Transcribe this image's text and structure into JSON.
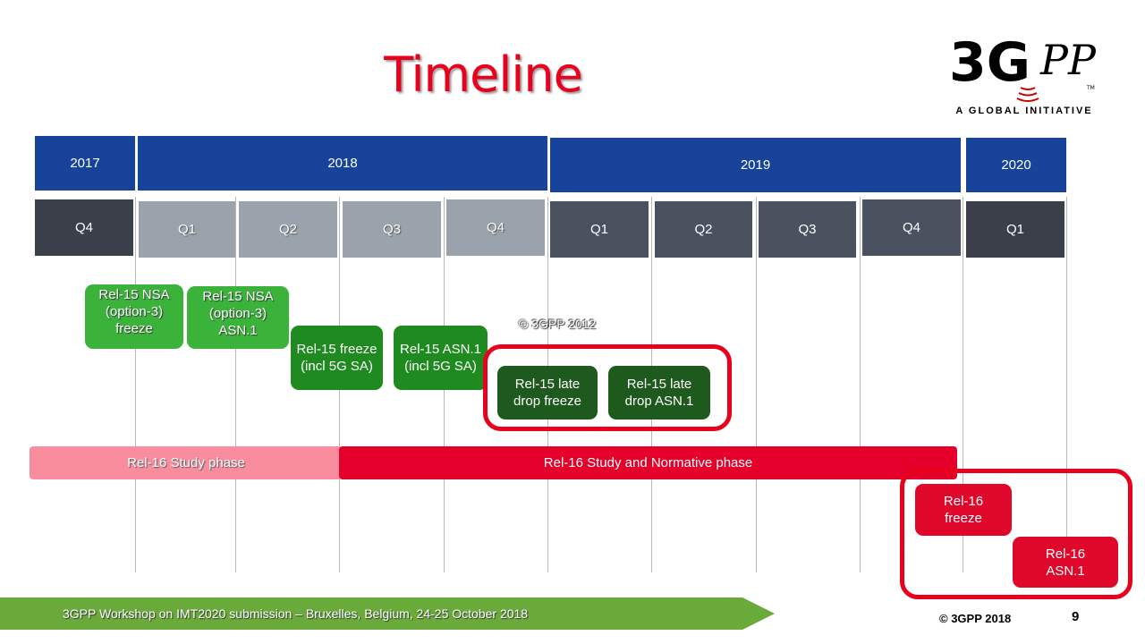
{
  "title": "Timeline",
  "logo": {
    "text": "A GLOBAL INITIATIVE",
    "mark": "3GPP"
  },
  "years": [
    "2017",
    "2018",
    "2019",
    "2020"
  ],
  "quarters": [
    "Q4",
    "Q1",
    "Q2",
    "Q3",
    "Q4",
    "Q1",
    "Q2",
    "Q3",
    "Q4",
    "Q1"
  ],
  "milestones": [
    "Rel-15 NSA (option-3) freeze",
    "Rel-15 NSA (option-3) ASN.1",
    "Rel-15 freeze (incl 5G SA)",
    "Rel-15 ASN.1 (incl 5G SA)",
    "Rel-15 late drop freeze",
    "Rel-15 late drop ASN.1",
    "Rel-16 freeze",
    "Rel-16 ASN.1"
  ],
  "watermark": "© 3GPP 2012",
  "phases": [
    "Rel-16 Study phase",
    "Rel-16 Study and Normative phase"
  ],
  "footer": {
    "text": "3GPP Workshop on IMT2020 submission – Bruxelles, Belgium, 24-25 October 2018",
    "copyright": "© 3GPP 2018",
    "page": "9"
  },
  "colors": {
    "title": "#e8001c",
    "year_bar": "#17449a",
    "footer_arrow": "#6aaa3a"
  }
}
